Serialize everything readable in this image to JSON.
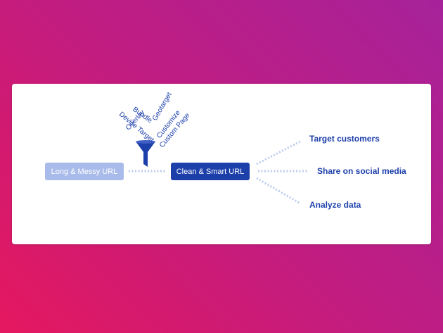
{
  "diagram": {
    "source_label": "Long & Messy URL",
    "result_label": "Clean & Smart URL",
    "keywords": [
      "Overlay",
      "Device Target",
      "Bundle",
      "Geotarget",
      "Customize",
      "Custom Page"
    ],
    "outcomes": [
      "Target customers",
      "Share on social media",
      "Analyze data"
    ]
  },
  "colors": {
    "background_start": "#e5185f",
    "background_end": "#a6229a",
    "primary_blue": "#1c3faa",
    "light_blue": "#a9bbea",
    "dot_blue": "#bccbee"
  },
  "icons": [
    "funnel-icon"
  ]
}
